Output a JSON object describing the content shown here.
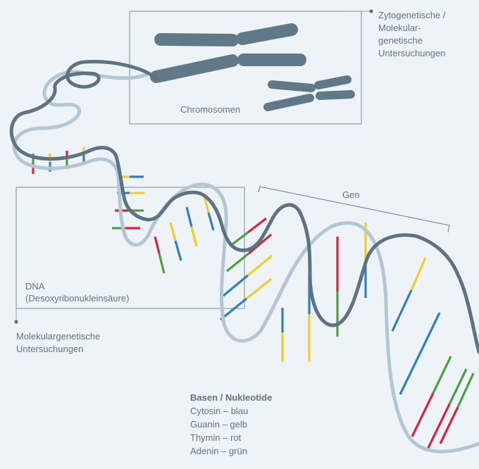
{
  "labels": {
    "chromosome_box": "Chromosomen",
    "cyto_line1": "Zytogenetische /",
    "cyto_line2": "Molekular-",
    "cyto_line3": "genetische",
    "cyto_line4": "Untersuchungen",
    "gene": "Gen",
    "dna_line1": "DNA",
    "dna_line2": "(Desoxyribonukleinsäure)",
    "molgen_line1": "Molekulargenetische",
    "molgen_line2": "Untersuchungen"
  },
  "legend": {
    "title": "Basen / Nukleotide",
    "items": [
      {
        "text": "Cytosin – blau",
        "color": "#2f7fc4"
      },
      {
        "text": "Guanin – gelb",
        "color": "#f2cd27"
      },
      {
        "text": "Thymin – rot",
        "color": "#d8243f"
      },
      {
        "text": "Adenin – grün",
        "color": "#4aa043"
      }
    ]
  },
  "colors": {
    "background": "#eef3f8",
    "strand_dark": "#5d7384",
    "strand_light": "#b3c6d3",
    "chromosome": "#607888",
    "box_border": "#8d9ea9",
    "cytosine_blue": "#2f7fc4",
    "guanine_yellow": "#f2cd27",
    "thymine_red": "#d8243f",
    "adenine_green": "#4aa043"
  }
}
